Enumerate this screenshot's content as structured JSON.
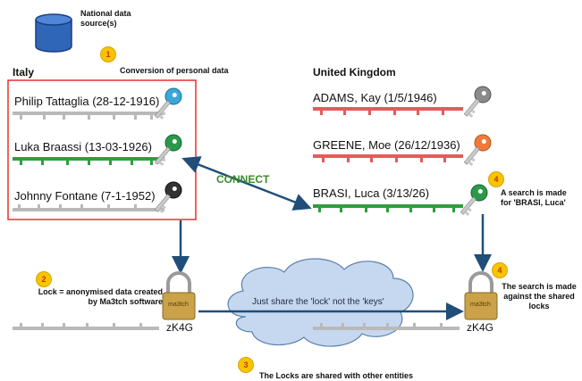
{
  "source": {
    "label": "National data source(s)"
  },
  "steps": {
    "conversion": {
      "number": "1",
      "label": "Conversion of personal data"
    },
    "lock": {
      "number": "2",
      "label": "Lock = anonymised data created by Ma3tch software"
    },
    "shared": {
      "number": "3",
      "label": "The Locks are shared with other entities"
    },
    "search": {
      "number": "4",
      "label": "A search is made for 'BRASI, Luca'"
    },
    "match": {
      "number": "4",
      "label": "The search is made against the shared locks"
    }
  },
  "italy": {
    "title": "Italy",
    "records": [
      {
        "name": "Philip Tattaglia (28-12-1916)",
        "key_color": "#3aa7d8",
        "bar_color": "#b9b9b9"
      },
      {
        "name": "Luka Braassi (13-03-1926)",
        "key_color": "#2a9a4a",
        "bar_color": "#2e9e3e"
      },
      {
        "name": "Johnny Fontane (7-1-1952)",
        "key_color": "#333333",
        "bar_color": "#b9b9b9"
      }
    ]
  },
  "uk": {
    "title": "United Kingdom",
    "records": [
      {
        "name": "ADAMS, Kay (1/5/1946)",
        "key_color": "#8a8a8a",
        "bar_color": "#e25b5b"
      },
      {
        "name": "GREENE, Moe (26/12/1936)",
        "key_color": "#f07a3a",
        "bar_color": "#e25b5b"
      },
      {
        "name": "BRASI, Luca (3/13/26)",
        "key_color": "#2a9a4a",
        "bar_color": "#2e9e3e"
      }
    ]
  },
  "connect_label": "CONNECT",
  "cloud_text": "Just share the 'lock' not the 'keys'",
  "lock_label": "ma3tch",
  "lock_code": "zK4G",
  "colors": {
    "arrow": "#1f4e79",
    "box": "#e8312f",
    "badge": "#f6c500"
  }
}
